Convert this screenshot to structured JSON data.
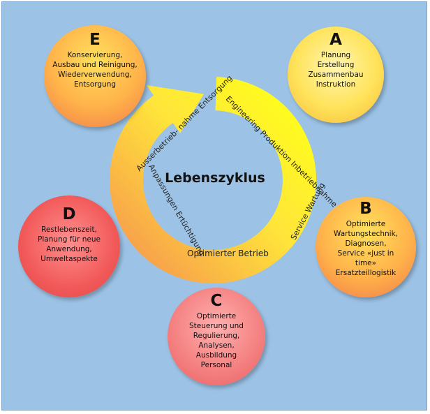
{
  "center": {
    "title": "Lebenszyklus"
  },
  "ring_labels": {
    "engineering": [
      "Engineering",
      "Produktion",
      "Inbetriebnahme"
    ],
    "service": [
      "Service",
      "Wartung"
    ],
    "betrieb": [
      "Optimierter",
      "Betrieb"
    ],
    "anpassung": [
      "Anpassungen",
      "Ertüchtigung"
    ],
    "ausser": [
      "Ausserbetrieb-",
      "nahme",
      "Entsorgung"
    ]
  },
  "nodes": {
    "A": {
      "letter": "A",
      "lines": [
        "Planung",
        "Erstellung",
        "Zusammenbau",
        "Instruktion"
      ]
    },
    "B": {
      "letter": "B",
      "lines": [
        "Optimierte",
        "Wartungstechnik,",
        "Diagnosen,",
        "Service «just in",
        "time»",
        "Ersatzteillogistik"
      ]
    },
    "C": {
      "letter": "C",
      "lines": [
        "Optimierte",
        "Steuerung und",
        "Regulierung,",
        "Analysen,",
        "Ausbildung",
        "Personal"
      ]
    },
    "D": {
      "letter": "D",
      "lines": [
        "Restlebenszeit,",
        "Planung für neue",
        "Anwendung,",
        "Umweltaspekte"
      ]
    },
    "E": {
      "letter": "E",
      "lines": [
        "Konservierung,",
        "Ausbau und Reinigung,",
        "Wiederverwendung,",
        "Entsorgung"
      ]
    }
  },
  "colors": {
    "background": "#9cc3e6",
    "ring_yellow": "#ffff00",
    "ring_orange": "#f7a04a"
  }
}
